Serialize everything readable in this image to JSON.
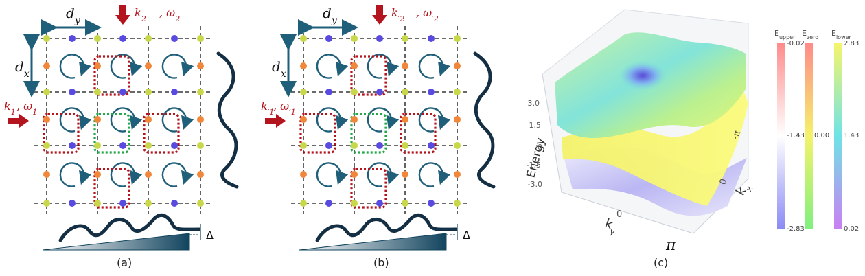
{
  "panel_a": {
    "caption": "(a)",
    "dy_label": "d",
    "dy_sub": "y",
    "dx_label": "d",
    "dx_sub": "x",
    "k_top": "k",
    "k_top_sub": "2",
    "w_top": "ω",
    "w_top_sub": "2",
    "k_left": "k",
    "k_left_sub": "1",
    "w_left": "ω",
    "w_left_sub": "1",
    "delta": "Δ"
  },
  "panel_b": {
    "caption": "(b)",
    "dy_label": "d",
    "dy_sub": "y",
    "dx_label": "d",
    "dx_sub": "x",
    "k_top": "k",
    "k_top_sub": "′2",
    "w_top": "ω",
    "w_top_sub": "′2",
    "k_left": "k",
    "k_left_sub": "′1",
    "w_left": "ω",
    "w_left_sub": "′1",
    "delta": "Δ"
  },
  "panel_c": {
    "caption": "(c)",
    "z_axis_title": "Energy",
    "z_ticks": [
      "3.0",
      "1.5",
      "0",
      "-1.5",
      "-3.0"
    ],
    "kx_title": "k",
    "kx_sub": "x",
    "kx_ticks": [
      "-π",
      "0",
      "π"
    ],
    "ky_title": "k",
    "ky_sub": "y",
    "ky_ticks": [
      "-",
      "0",
      "π"
    ],
    "colorbars": [
      {
        "title": "E",
        "sub": "upper",
        "max": "-0.02",
        "mid": "-1.43",
        "min": "-2.83"
      },
      {
        "title": "E",
        "sub": "zero",
        "max": "",
        "mid": "0.00",
        "min": ""
      },
      {
        "title": "E",
        "sub": "lower",
        "max": "2.83",
        "mid": "1.43",
        "min": "0.02"
      }
    ]
  },
  "colors": {
    "arrow_dark": "#1f5f7a",
    "red_dash": "#b3141d",
    "green_dash": "#22a84a",
    "node_orange": "#f0873a",
    "node_green": "#c9d84a",
    "node_blue": "#5a4be0",
    "arrow_red": "#b3141d"
  }
}
